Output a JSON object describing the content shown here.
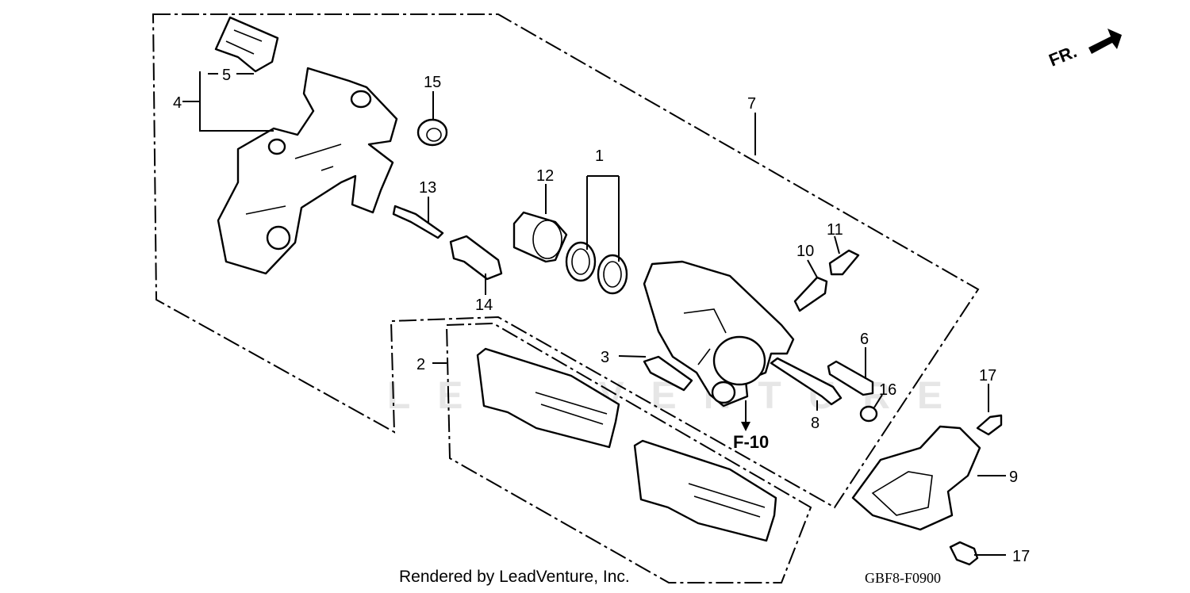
{
  "callouts": [
    {
      "id": "1",
      "label": "1"
    },
    {
      "id": "2",
      "label": "2"
    },
    {
      "id": "3",
      "label": "3"
    },
    {
      "id": "4",
      "label": "4"
    },
    {
      "id": "5",
      "label": "5"
    },
    {
      "id": "6",
      "label": "6"
    },
    {
      "id": "7",
      "label": "7"
    },
    {
      "id": "8",
      "label": "8"
    },
    {
      "id": "9",
      "label": "9"
    },
    {
      "id": "10",
      "label": "10"
    },
    {
      "id": "11",
      "label": "11"
    },
    {
      "id": "12",
      "label": "12"
    },
    {
      "id": "13",
      "label": "13"
    },
    {
      "id": "14",
      "label": "14"
    },
    {
      "id": "15",
      "label": "15"
    },
    {
      "id": "16",
      "label": "16"
    },
    {
      "id": "17a",
      "label": "17"
    },
    {
      "id": "17b",
      "label": "17"
    }
  ],
  "reference": "F-10",
  "direction": "FR.",
  "watermark": "LEADVENTURE",
  "footer": {
    "credit": "Rendered by LeadVenture, Inc.",
    "code": "GBF8-F0900"
  }
}
